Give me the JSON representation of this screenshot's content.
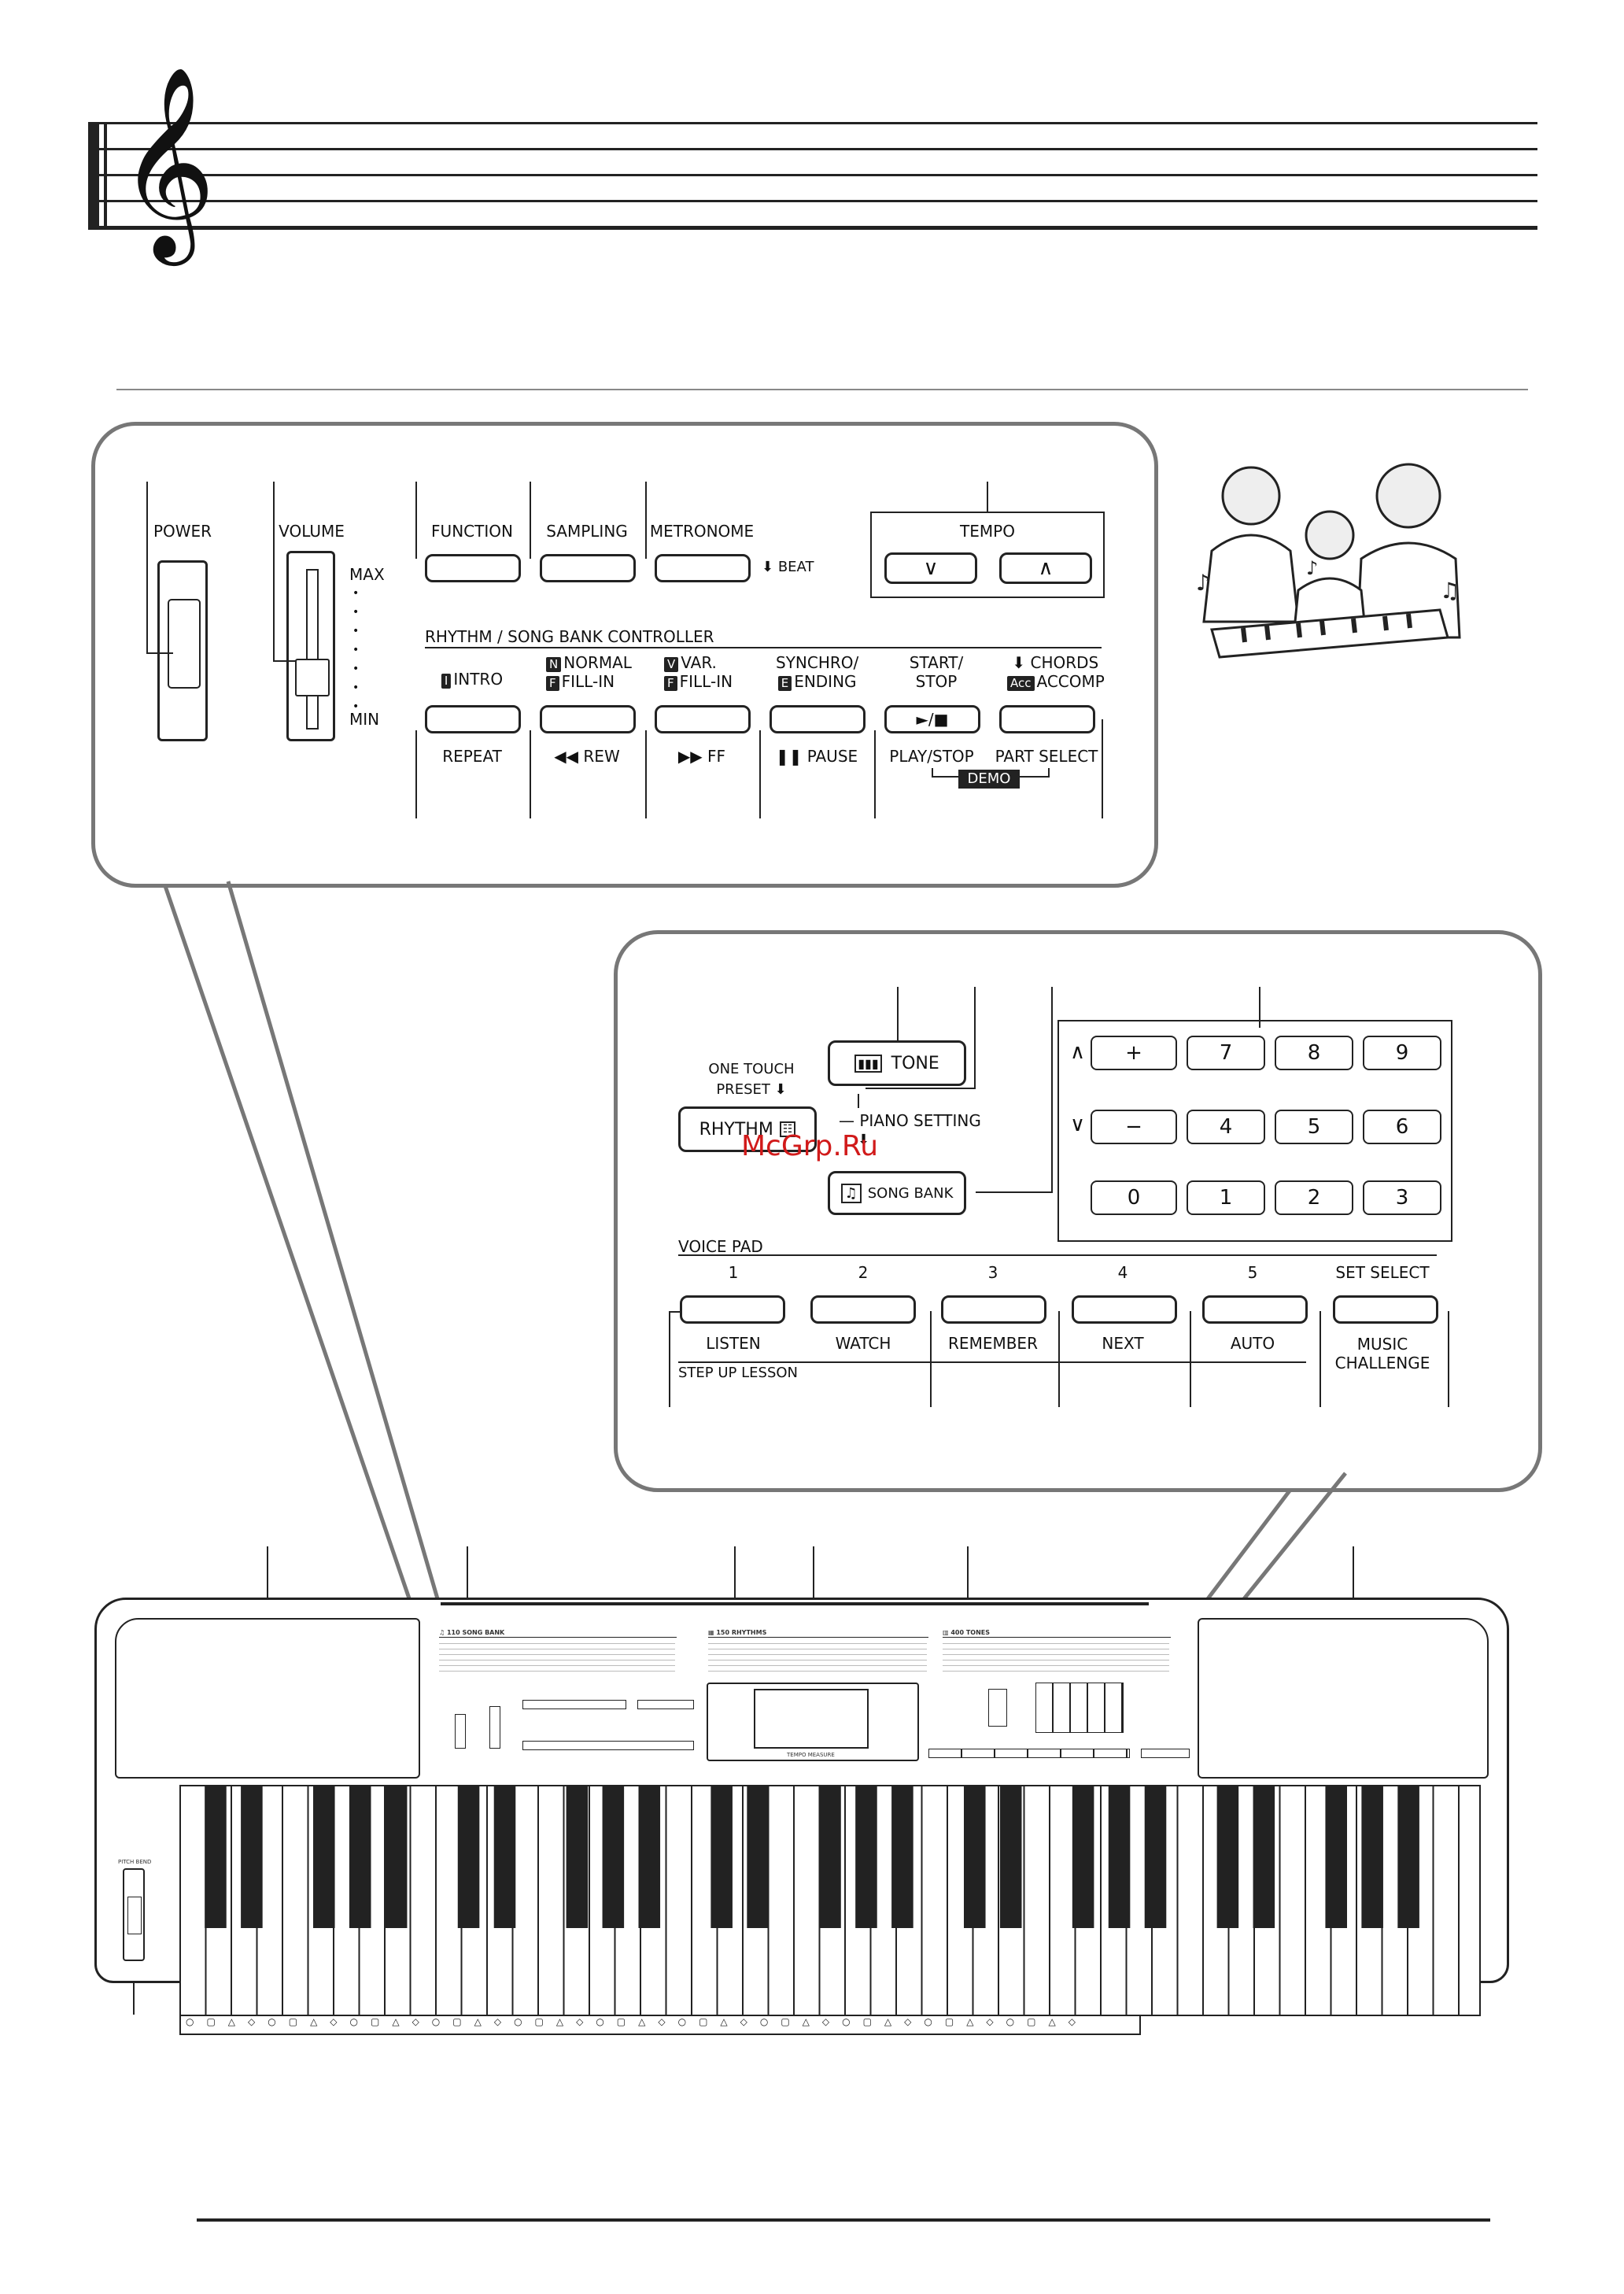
{
  "panel_top": {
    "power": "POWER",
    "volume": "VOLUME",
    "vol_max": "MAX",
    "vol_min": "MIN",
    "function": "FUNCTION",
    "sampling": "SAMPLING",
    "metronome": "METRONOME",
    "beat": "BEAT",
    "tempo": "TEMPO",
    "rhythm_controller": "RHYTHM / SONG BANK CONTROLLER",
    "intro": "INTRO",
    "normal_line1": "NORMAL",
    "normal_line2": "FILL-IN",
    "var_line1": "VAR.",
    "var_line2": "FILL-IN",
    "synchro_line1": "SYNCHRO/",
    "synchro_line2": "ENDING",
    "start_line1": "START/",
    "start_line2": "STOP",
    "chords": "CHORDS",
    "accomp": "ACCOMP",
    "play_symbol": "►/■",
    "repeat": "REPEAT",
    "rew": "REW",
    "ff": "FF",
    "pause": "PAUSE",
    "play_stop": "PLAY/STOP",
    "part_select": "PART SELECT",
    "demo": "DEMO",
    "tag_i": "I",
    "tag_n": "N",
    "tag_f": "F",
    "tag_v": "V",
    "tag_e": "E",
    "tag_acc": "Acc"
  },
  "panel_right": {
    "one_touch_line1": "ONE TOUCH",
    "one_touch_line2": "PRESET",
    "rhythm": "RHYTHM",
    "tone": "TONE",
    "piano_setting": "PIANO SETTING",
    "song_bank": "SONG BANK",
    "numpad": {
      "row1": [
        "+",
        "7",
        "8",
        "9"
      ],
      "row2": [
        "−",
        "4",
        "5",
        "6"
      ],
      "row3": [
        "0",
        "1",
        "2",
        "3"
      ]
    },
    "up_arrow": "∧",
    "down_arrow": "∨",
    "voice_pad": "VOICE PAD",
    "pad_numbers": [
      "1",
      "2",
      "3",
      "4",
      "5"
    ],
    "set_select": "SET SELECT",
    "listen": "LISTEN",
    "watch": "WATCH",
    "remember": "REMEMBER",
    "next": "NEXT",
    "auto": "AUTO",
    "music_line1": "MUSIC",
    "music_line2": "CHALLENGE",
    "step_up": "STEP UP LESSON"
  },
  "watermark": "McGrp.Ru",
  "keyboard": {
    "pitch_bend": "PITCH BEND",
    "song_bank_title": "SONG BANK",
    "rhythms_title": "RHYTHMS",
    "tones_title": "TONES",
    "tempo_measure": "TEMPO   MEASURE"
  },
  "colors": {
    "ink": "#222222",
    "watermark": "#d11a1a"
  }
}
